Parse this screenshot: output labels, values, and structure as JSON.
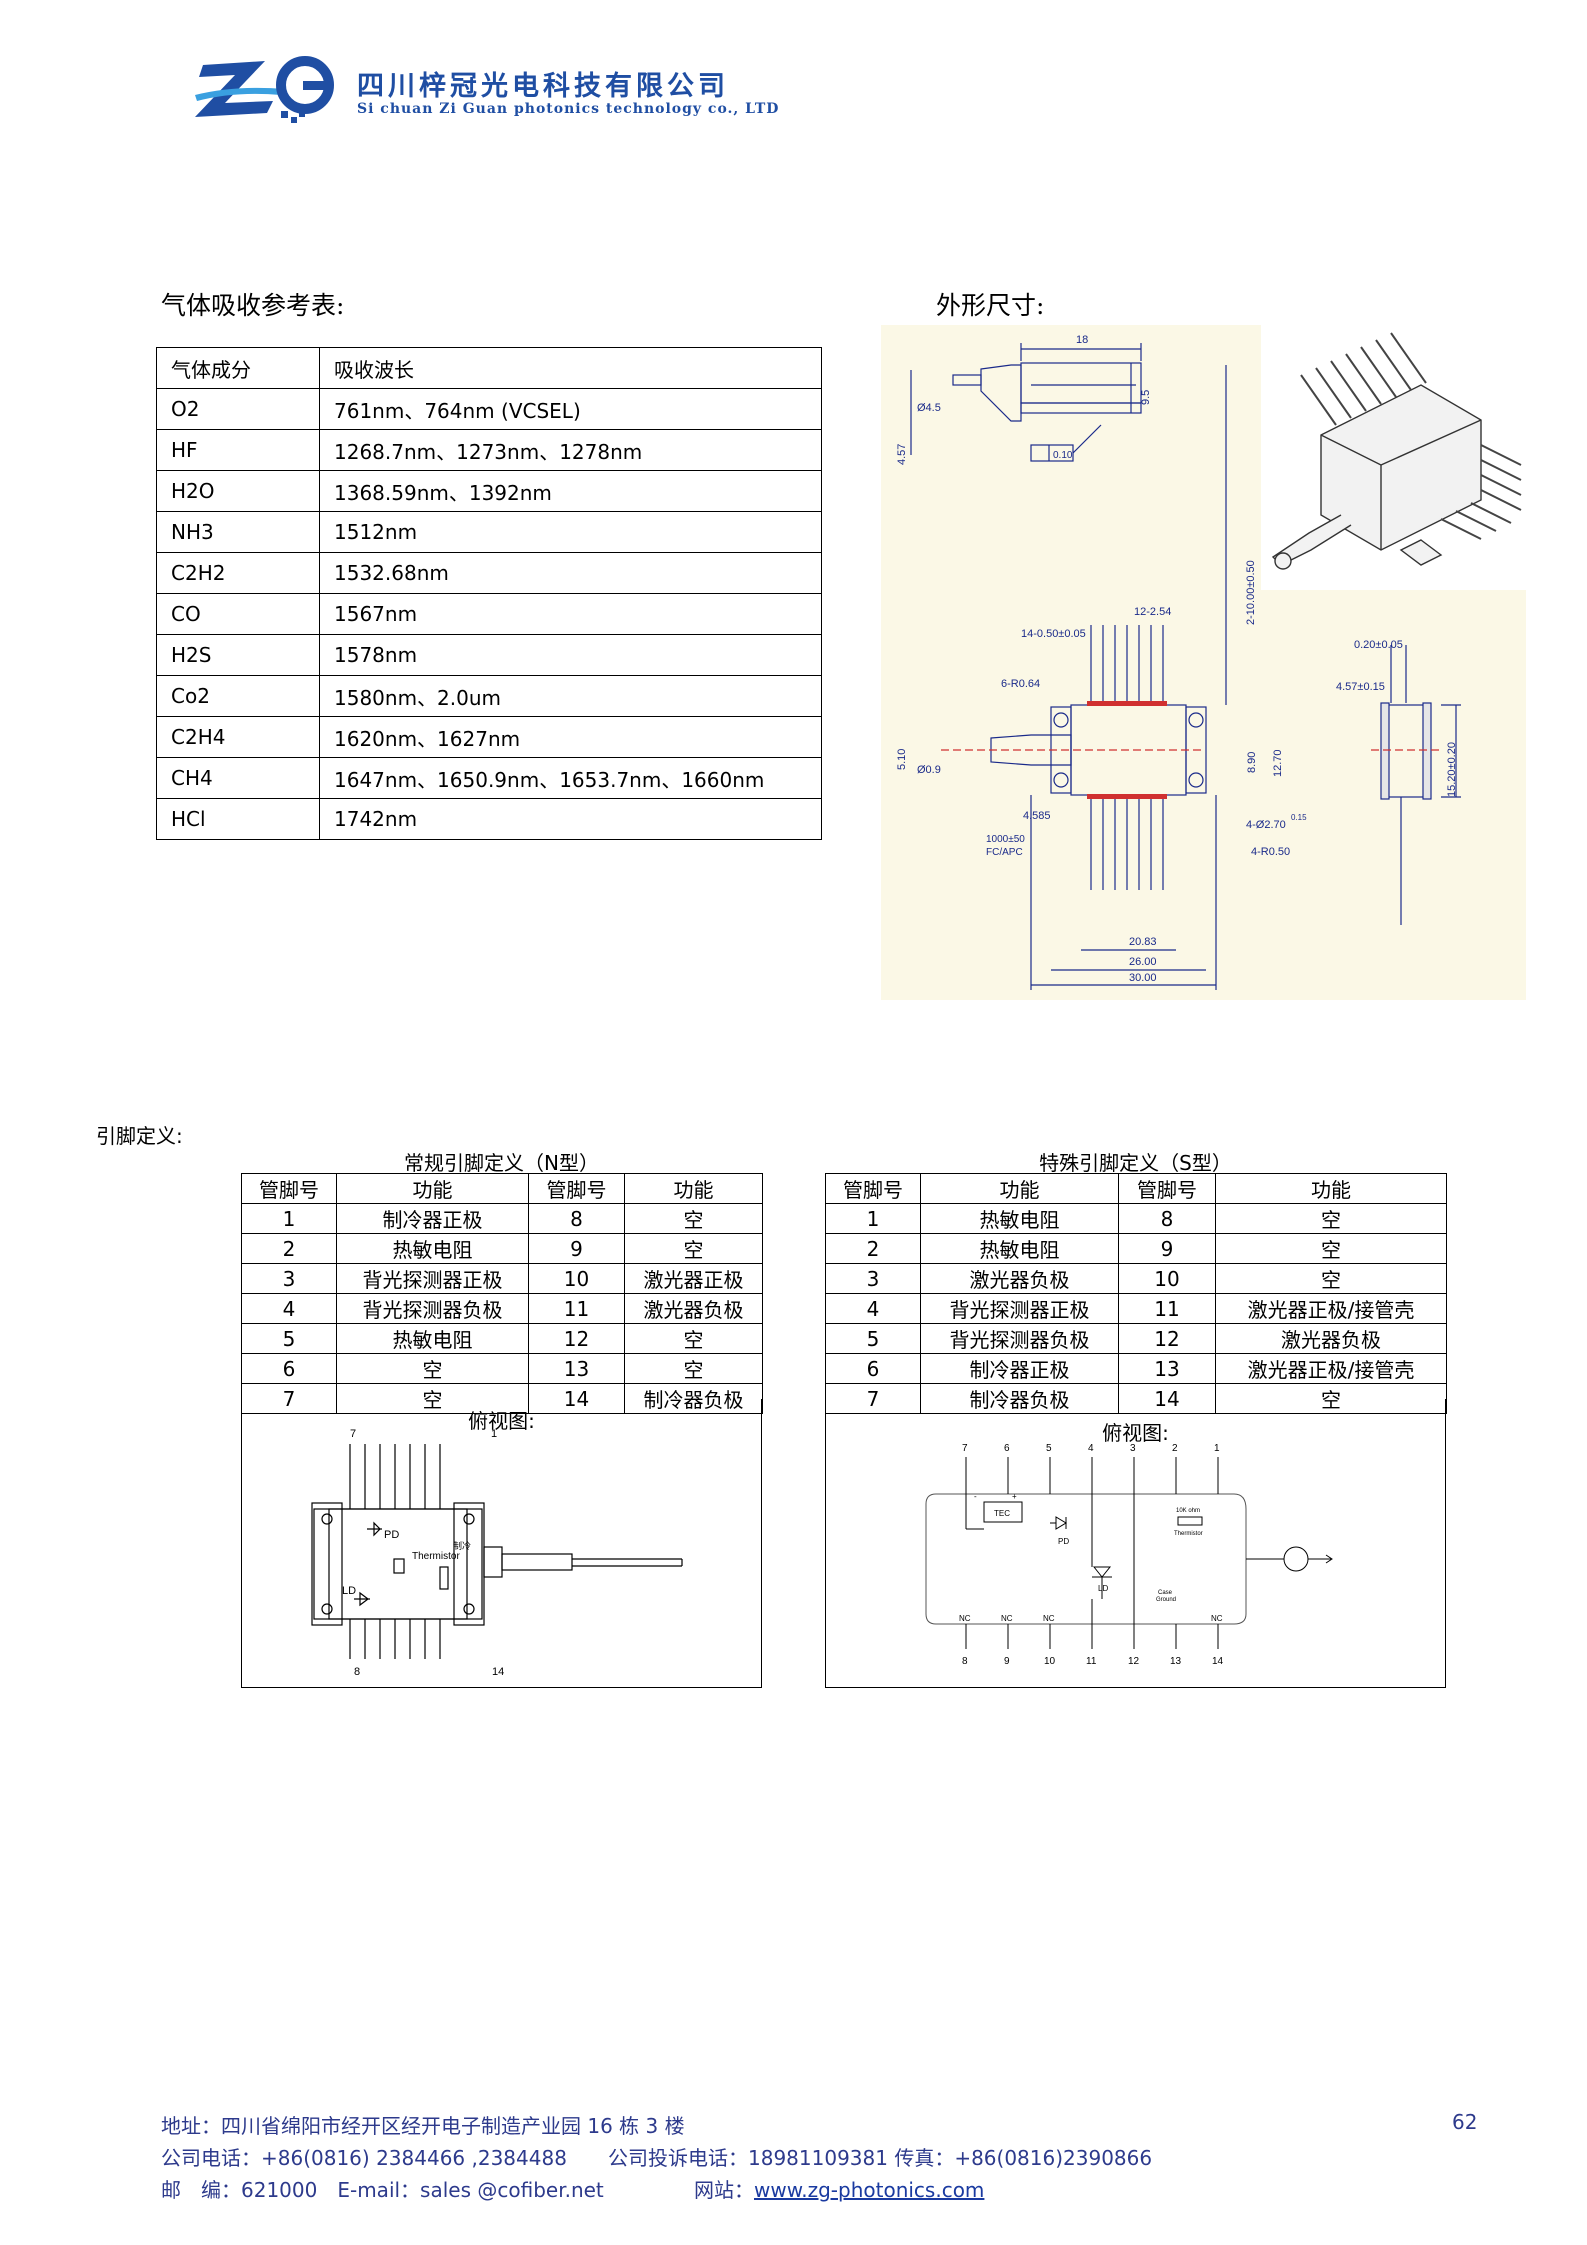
{
  "header": {
    "company_cn": "四川梓冠光电科技有限公司",
    "company_en": "Si chuan Zi Guan photonics technology co., LTD",
    "brand_color": "#1f4ea3"
  },
  "gas_section": {
    "title": "气体吸收参考表:",
    "headers": [
      "气体成分",
      "吸收波长"
    ],
    "rows": [
      [
        "O2",
        "761nm、764nm (VCSEL)"
      ],
      [
        "HF",
        "1268.7nm、1273nm、1278nm"
      ],
      [
        "H2O",
        "1368.59nm、1392nm"
      ],
      [
        "NH3",
        "1512nm"
      ],
      [
        "C2H2",
        "1532.68nm"
      ],
      [
        "CO",
        "1567nm"
      ],
      [
        "H2S",
        "1578nm"
      ],
      [
        "Co2",
        "1580nm、2.0um"
      ],
      [
        "C2H4",
        "1620nm、1627nm"
      ],
      [
        "CH4",
        "1647nm、1650.9nm、1653.7nm、1660nm"
      ],
      [
        "HCl",
        "1742nm"
      ]
    ]
  },
  "dimension_section": {
    "title": "外形尺寸:",
    "labels": {
      "d18": "18",
      "d45": "Ø4.5",
      "d95": "9.5",
      "d457": "4.57",
      "flat": "0.10",
      "d210": "2-10.00±0.50",
      "d1254": "12-2.54",
      "d14": "14-0.50±0.05",
      "r064": "6-R0.64",
      "d510": "5.10",
      "d09": "Ø0.9",
      "d4585": "4.585",
      "d890": "8.90",
      "d1270": "12.70",
      "d427": "4-Ø2.70",
      "d427tol": "0.15",
      "r050": "4-R0.50",
      "fiber1": "1000±50",
      "fiber2": "FC/APC",
      "d2083": "20.83",
      "d2600": "26.00",
      "d3000": "30.00",
      "d020": "0.20±0.05",
      "d457b": "4.57±0.15",
      "d1520": "15.20±0.20"
    }
  },
  "pin_section": {
    "label": "引脚定义:",
    "n_type": {
      "caption": "常规引脚定义（N型）",
      "headers": [
        "管脚号",
        "功能",
        "管脚号",
        "功能"
      ],
      "rows": [
        [
          "1",
          "制冷器正极",
          "8",
          "空"
        ],
        [
          "2",
          "热敏电阻",
          "9",
          "空"
        ],
        [
          "3",
          "背光探测器正极",
          "10",
          "激光器正极"
        ],
        [
          "4",
          "背光探测器负极",
          "11",
          "激光器负极"
        ],
        [
          "5",
          "热敏电阻",
          "12",
          "空"
        ],
        [
          "6",
          "空",
          "13",
          "空"
        ],
        [
          "7",
          "空",
          "14",
          "制冷器负极"
        ]
      ],
      "view_title": "俯视图:",
      "diagram": {
        "pin7": "7",
        "pin1": "1",
        "pin8": "8",
        "pin14": "14",
        "pd": "PD",
        "thermistor": "Thermistor",
        "ld": "LD",
        "tec": "制冷"
      }
    },
    "s_type": {
      "caption": "特殊引脚定义（S型）",
      "headers": [
        "管脚号",
        "功能",
        "管脚号",
        "功能"
      ],
      "rows": [
        [
          "1",
          "热敏电阻",
          "8",
          "空"
        ],
        [
          "2",
          "热敏电阻",
          "9",
          "空"
        ],
        [
          "3",
          "激光器负极",
          "10",
          "空"
        ],
        [
          "4",
          "背光探测器正极",
          "11",
          "激光器正极/接管壳"
        ],
        [
          "5",
          "背光探测器负极",
          "12",
          "激光器负极"
        ],
        [
          "6",
          "制冷器正极",
          "13",
          "激光器正极/接管壳"
        ],
        [
          "7",
          "制冷器负极",
          "14",
          "空"
        ]
      ],
      "view_title": "俯视图:",
      "diagram": {
        "top_pins": [
          "7",
          "6",
          "5",
          "4",
          "3",
          "2",
          "1"
        ],
        "bottom_pins": [
          "8",
          "9",
          "10",
          "11",
          "12",
          "13",
          "14"
        ],
        "nc": "NC",
        "tec": "TEC",
        "pd": "PD",
        "ld": "LD",
        "thermistor_value": "10K ohm",
        "thermistor": "Thermistor",
        "case1": "Case",
        "case2": "Ground",
        "plus": "+",
        "minus": "-"
      }
    }
  },
  "footer": {
    "address": "地址：四川省绵阳市经开区经开电子制造产业园 16 栋 3 楼",
    "phone": "公司电话：+86(0816) 2384466 ,2384488",
    "complaint": "公司投诉电话：18981109381 传真：+86(0816)2390866",
    "postcode": "邮　编：621000　E-mail：sales @cofiber.net",
    "site_label": "网站：",
    "site": "www.zg-photonics.com",
    "page": "62"
  }
}
